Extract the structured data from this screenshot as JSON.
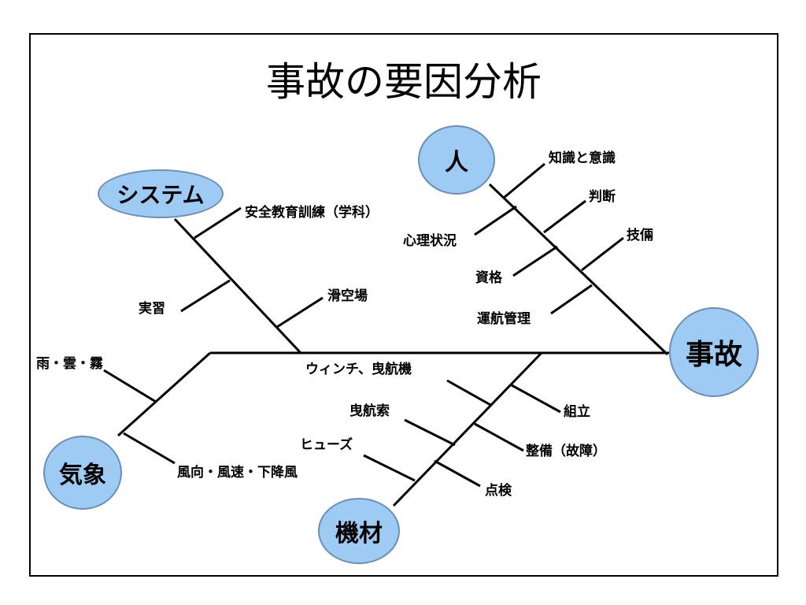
{
  "title": "事故の要因分析",
  "nodes": {
    "result": "事故",
    "human": "人",
    "system": "システム",
    "weather": "気象",
    "equipment": "機材"
  },
  "labels": {
    "human": [
      "知識と意識",
      "判断",
      "技倆",
      "心理状況",
      "資格",
      "運航管理"
    ],
    "system": [
      "安全教育訓練（学科）",
      "実習",
      "滑空場"
    ],
    "weather": [
      "雨・雲・霧",
      "風向・風速・下降風"
    ],
    "equipment": [
      "ウィンチ、曳航機",
      "曳航索",
      "ヒューズ",
      "組立",
      "整備（故障）",
      "点検"
    ]
  },
  "colors": {
    "node_fill": "#9ecbf3",
    "node_border": "#6a8fb8",
    "line": "#000000"
  }
}
